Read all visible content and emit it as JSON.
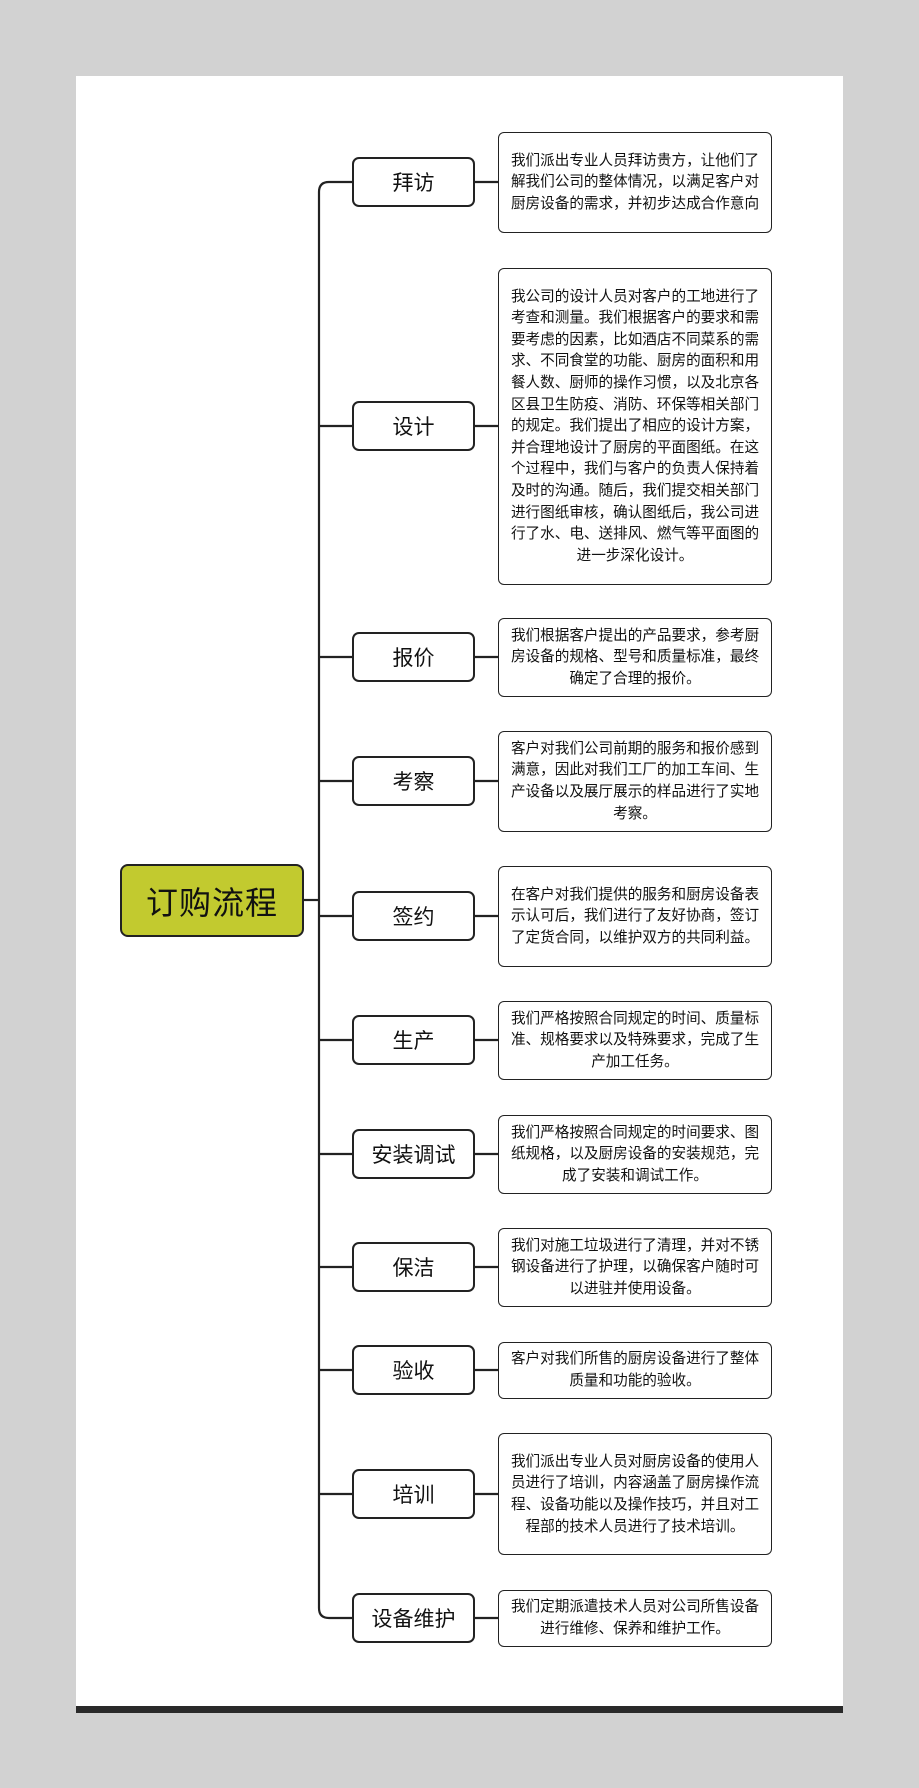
{
  "root": {
    "label": "订购流程",
    "color": "#c2ca2f"
  },
  "steps": [
    {
      "label": "拜访",
      "desc": "我们派出专业人员拜访贵方，让他们了解我们公司的整体情况，以满足客户对厨房设备的需求，并初步达成合作意向"
    },
    {
      "label": "设计",
      "desc": "我公司的设计人员对客户的工地进行了考查和测量。我们根据客户的要求和需要考虑的因素，比如酒店不同菜系的需求、不同食堂的功能、厨房的面积和用餐人数、厨师的操作习惯，以及北京各区县卫生防疫、消防、环保等相关部门的规定。我们提出了相应的设计方案，并合理地设计了厨房的平面图纸。在这个过程中，我们与客户的负责人保持着及时的沟通。随后，我们提交相关部门进行图纸审核，确认图纸后，我公司进行了水、电、送排风、燃气等平面图的进一步深化设计。"
    },
    {
      "label": "报价",
      "desc": "我们根据客户提出的产品要求，参考厨房设备的规格、型号和质量标准，最终确定了合理的报价。"
    },
    {
      "label": "考察",
      "desc": "客户对我们公司前期的服务和报价感到满意，因此对我们工厂的加工车间、生产设备以及展厅展示的样品进行了实地考察。"
    },
    {
      "label": "签约",
      "desc": "在客户对我们提供的服务和厨房设备表示认可后，我们进行了友好协商，签订了定货合同，以维护双方的共同利益。"
    },
    {
      "label": "生产",
      "desc": "我们严格按照合同规定的时间、质量标准、规格要求以及特殊要求，完成了生产加工任务。"
    },
    {
      "label": "安装调试",
      "desc": "我们严格按照合同规定的时间要求、图纸规格，以及厨房设备的安装规范，完成了安装和调试工作。"
    },
    {
      "label": "保洁",
      "desc": "我们对施工垃圾进行了清理，并对不锈钢设备进行了护理，以确保客户随时可以进驻并使用设备。"
    },
    {
      "label": "验收",
      "desc": "客户对我们所售的厨房设备进行了整体质量和功能的验收。"
    },
    {
      "label": "培训",
      "desc": "我们派出专业人员对厨房设备的使用人员进行了培训，内容涵盖了厨房操作流程、设备功能以及操作技巧，并且对工程部的技术人员进行了技术培训。"
    },
    {
      "label": "设备维护",
      "desc": "我们定期派遣技术人员对公司所售设备进行维修、保养和维护工作。"
    }
  ]
}
